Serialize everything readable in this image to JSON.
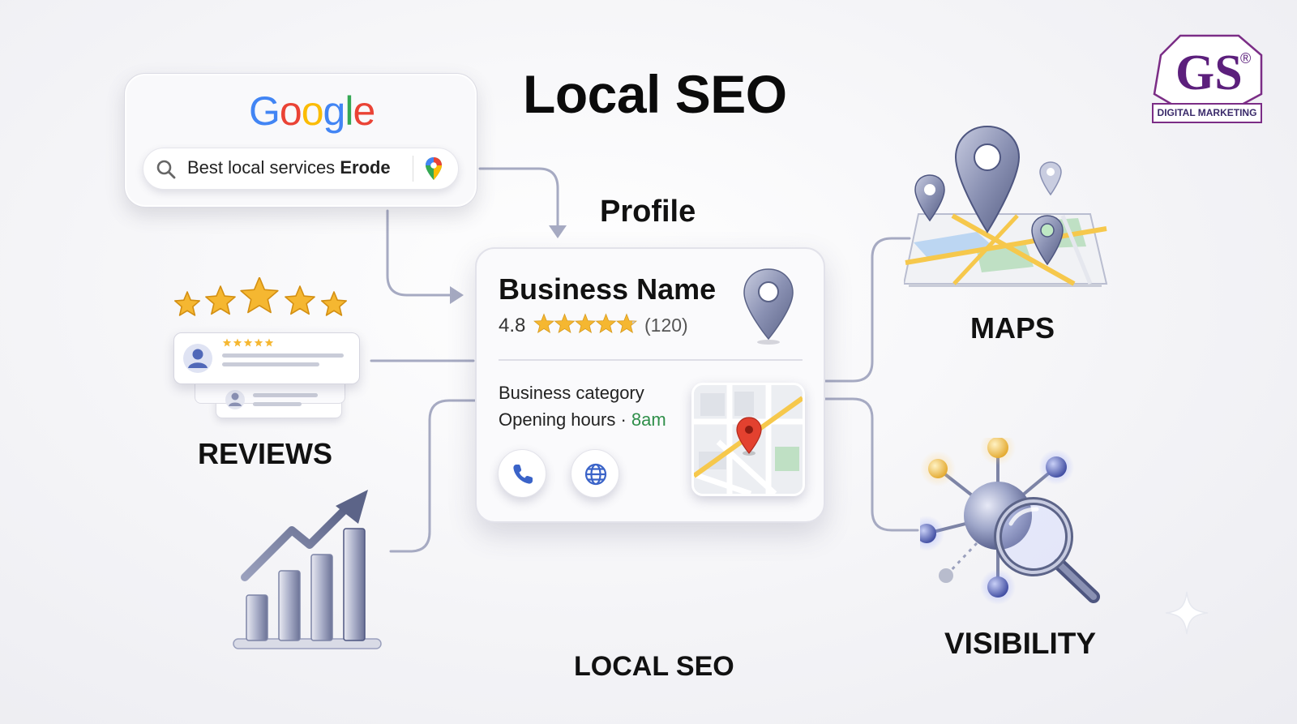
{
  "title": "Local SEO",
  "brand": {
    "logo_letters": "GS",
    "logo_mark": "®",
    "logo_tagline": "DIGITAL MARKETING"
  },
  "google_search": {
    "logo_letters": [
      {
        "char": "G",
        "color": "#4285F4"
      },
      {
        "char": "o",
        "color": "#EA4335"
      },
      {
        "char": "o",
        "color": "#FBBC05"
      },
      {
        "char": "g",
        "color": "#4285F4"
      },
      {
        "char": "l",
        "color": "#34A853"
      },
      {
        "char": "e",
        "color": "#EA4335"
      }
    ],
    "query_prefix": "Best local services",
    "query_location": "Erode",
    "icons": [
      "search-icon",
      "google-maps-pin-icon"
    ]
  },
  "profile": {
    "label": "Profile",
    "business_name": "Business Name",
    "rating": "4.8",
    "rating_value": 4.8,
    "review_count": "(120)",
    "category": "Business category",
    "hours_label": "Opening hours",
    "hours_separator": "·",
    "hours_value": "8am",
    "actions": [
      {
        "icon": "phone-icon"
      },
      {
        "icon": "globe-icon"
      }
    ]
  },
  "sections": {
    "maps": "MAPS",
    "reviews": "REVIEWS",
    "visibility": "VISIBILITY",
    "local_seo": "LOCAL SEO"
  },
  "colors": {
    "star": "#F5B731",
    "accent_purple": "#7b2d86",
    "pin_gray": "#7c84a6",
    "open_green": "#2f8f4a",
    "pin_red": "#e3412f",
    "connector": "#a8acc4"
  }
}
